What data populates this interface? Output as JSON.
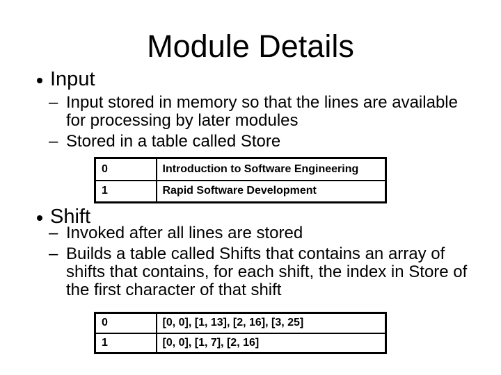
{
  "slide": {
    "title": "Module Details",
    "bullets": {
      "level1": "•",
      "level2": "–"
    },
    "colors": {
      "text": "#000000",
      "background": "#ffffff",
      "table_border": "#000000"
    },
    "sections": [
      {
        "heading": "Input",
        "items": [
          {
            "lines": [
              "Input stored in memory so that the lines are available",
              "for processing by later modules"
            ]
          },
          {
            "lines": [
              "Stored in a table called Store"
            ]
          }
        ],
        "table": {
          "rows": [
            {
              "index": "0",
              "value": "Introduction to Software Engineering"
            },
            {
              "index": "1",
              "value": "Rapid Software Development"
            }
          ]
        }
      },
      {
        "heading": "Shift",
        "items": [
          {
            "lines": [
              "Invoked after all lines are stored"
            ]
          },
          {
            "lines": [
              "Builds a table called Shifts that contains an array of",
              "shifts that contains, for each shift, the index in Store of",
              "the first character of that shift"
            ]
          }
        ],
        "table": {
          "rows": [
            {
              "index": "0",
              "value": "[0, 0], [1, 13], [2, 16], [3, 25]"
            },
            {
              "index": "1",
              "value": "[0, 0], [1, 7], [2, 16]"
            }
          ]
        }
      }
    ]
  }
}
